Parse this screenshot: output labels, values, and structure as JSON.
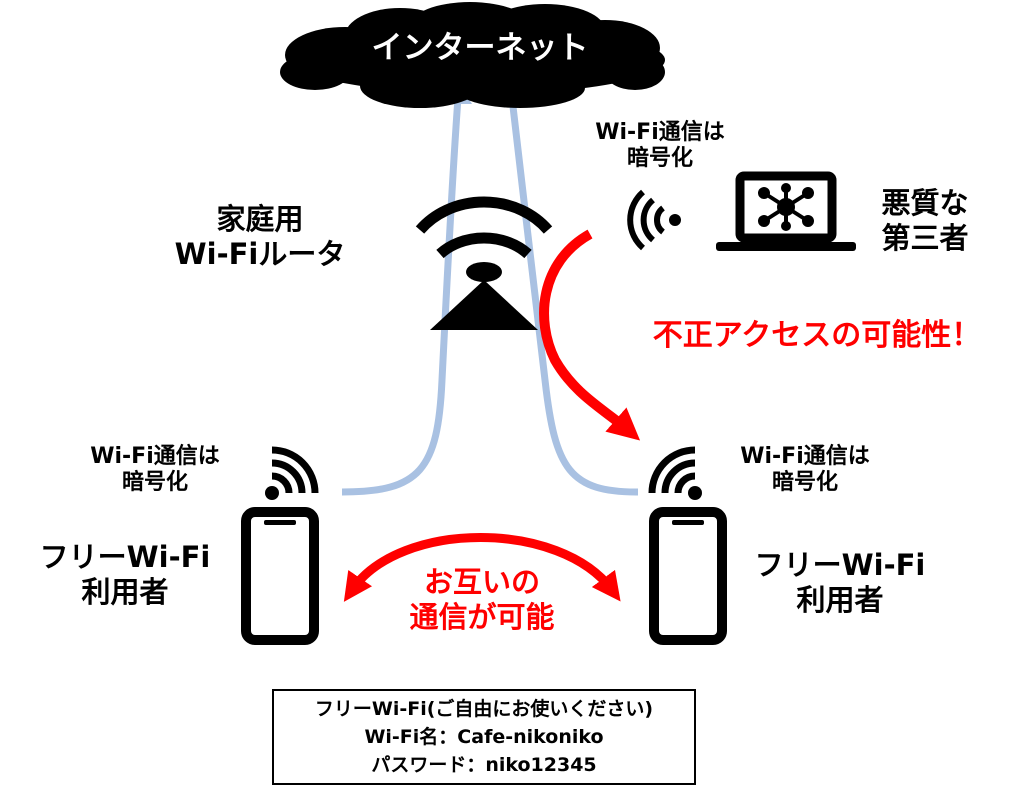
{
  "cloud": {
    "label": "インターネット"
  },
  "router": {
    "line1": "家庭用",
    "line2": "Wi-Fiルータ"
  },
  "attacker": {
    "line1": "悪質な",
    "line2": "第三者",
    "enc_line1": "Wi-Fi通信は",
    "enc_line2": "暗号化"
  },
  "warning": {
    "text": "不正アクセスの可能性！",
    "color": "#ff0000"
  },
  "user_left": {
    "line1": "フリーWi-Fi",
    "line2": "利用者",
    "enc_line1": "Wi-Fi通信は",
    "enc_line2": "暗号化"
  },
  "user_right": {
    "line1": "フリーWi-Fi",
    "line2": "利用者",
    "enc_line1": "Wi-Fi通信は",
    "enc_line2": "暗号化"
  },
  "mutual": {
    "line1": "お互いの",
    "line2": "通信が可能"
  },
  "info": {
    "line1": "フリーWi-Fi(ご自由にお使いください)",
    "line2": "Wi-Fi名：Cafe-nikoniko",
    "line3": "パスワード：niko12345"
  },
  "colors": {
    "link_line": "#a9c1e2",
    "attack_arrow": "#ff0000",
    "device": "#000000"
  },
  "icons": [
    "cloud-icon",
    "router-icon",
    "laptop-icon",
    "network-hub-icon",
    "smartphone-icon",
    "wifi-signal-icon"
  ]
}
